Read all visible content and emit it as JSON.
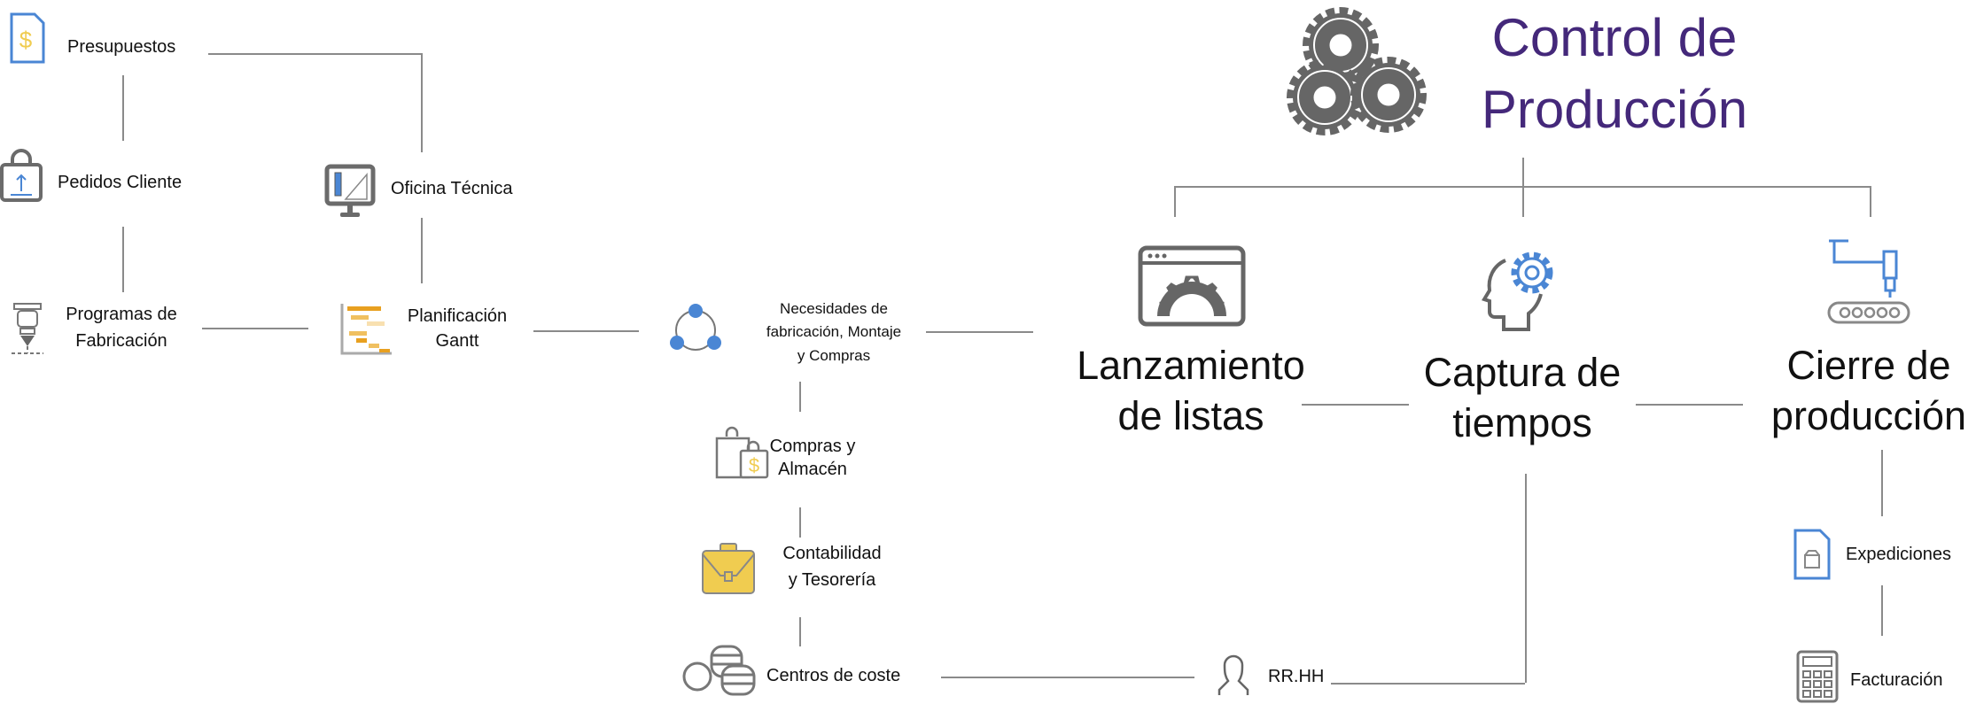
{
  "title": {
    "line1": "Control de",
    "line2": "Producción",
    "color": "#44287a"
  },
  "left_nodes": {
    "presupuestos": "Presupuestos",
    "pedidos": "Pedidos Cliente",
    "oficina": "Oficina Técnica",
    "programas": {
      "line1": "Programas de",
      "line2": "Fabricación"
    },
    "gantt": {
      "line1": "Planificación",
      "line2": "Gantt"
    }
  },
  "middle_nodes": {
    "necesidades": {
      "line1": "Necesidades de",
      "line2": "fabricación, Montaje",
      "line3": "y Compras"
    },
    "compras": {
      "line1": "Compras y",
      "line2": "Almacén"
    },
    "contabilidad": {
      "line1": "Contabilidad",
      "line2": "y Tesorería"
    },
    "centros": "Centros de coste",
    "rrhh": "RR.HH"
  },
  "main_nodes": {
    "lanzamiento": {
      "line1": "Lanzamiento",
      "line2": "de listas"
    },
    "captura": {
      "line1": "Captura de",
      "line2": "tiempos"
    },
    "cierre": {
      "line1": "Cierre de",
      "line2": "producción"
    }
  },
  "right_nodes": {
    "expediciones": "Expediciones",
    "facturacion": "Facturación"
  },
  "colors": {
    "blue": "#4a86d4",
    "gray": "#6b6b6b",
    "yellow": "#f0cc50",
    "orange": "#e8a020"
  }
}
